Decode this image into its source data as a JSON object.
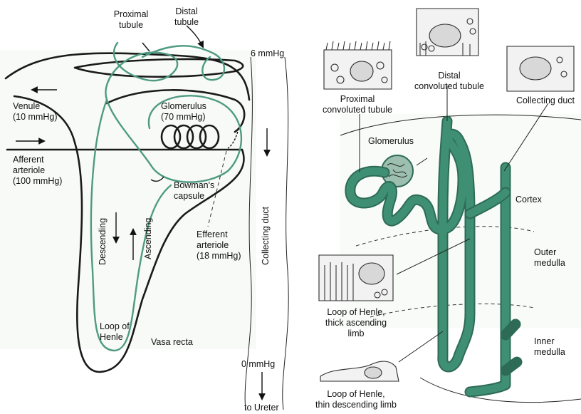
{
  "left_panel": {
    "proximal_tubule": "Proximal\ntubule",
    "distal_tubule": "Distal\ntubule",
    "pressure_top": "6 mmHg",
    "venule": "Venule\n(10 mmHg)",
    "glomerulus": "Glomerulus\n(70 mmHg)",
    "afferent": "Afferent\narteriole\n(100 mmHg)",
    "bowmans": "Bowman's\ncapsule",
    "efferent": "Efferent\narteriole\n(18 mmHg)",
    "descending": "Descending",
    "ascending": "Ascending",
    "collecting_duct": "Collecting duct",
    "loop_of_henle": "Loop of\nHenle",
    "vasa_recta": "Vasa recta",
    "pressure_bottom": "0 mmHg",
    "to_ureter": "to Ureter"
  },
  "right_panel": {
    "proximal_convoluted": "Proximal\nconvoluted tubule",
    "distal_convoluted": "Distal\nconvoluted tubule",
    "collecting_duct": "Collecting duct",
    "glomerulus": "Glomerulus",
    "cortex": "Cortex",
    "outer_medulla": "Outer\nmedulla",
    "thick_ascending": "Loop of Henle,\nthick ascending\nlimb",
    "inner_medulla": "Inner\nmedulla",
    "thin_descending": "Loop of Henle,\nthin descending limb"
  }
}
